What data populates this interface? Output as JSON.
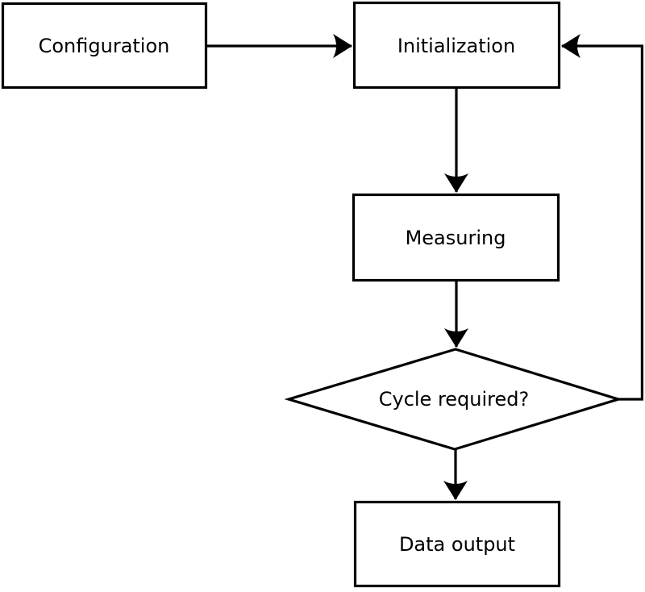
{
  "diagram": {
    "background_color": "#ffffff",
    "stroke_color": "#000000",
    "fill_color": "#ffffff",
    "nodes": [
      {
        "id": "configuration",
        "shape": "rectangle",
        "label": "Configuration"
      },
      {
        "id": "initialization",
        "shape": "rectangle",
        "label": "Initialization"
      },
      {
        "id": "measuring",
        "shape": "rectangle",
        "label": "Measuring"
      },
      {
        "id": "cycle_required",
        "shape": "diamond",
        "label": "Cycle required?"
      },
      {
        "id": "data_output",
        "shape": "rectangle",
        "label": "Data output"
      }
    ],
    "edges": [
      {
        "from": "configuration",
        "to": "initialization",
        "style": "solid-arrow",
        "route": "horizontal"
      },
      {
        "from": "initialization",
        "to": "measuring",
        "style": "solid-arrow",
        "route": "vertical"
      },
      {
        "from": "measuring",
        "to": "cycle_required",
        "style": "solid-arrow",
        "route": "vertical"
      },
      {
        "from": "cycle_required",
        "to": "data_output",
        "style": "solid-arrow",
        "route": "vertical"
      },
      {
        "from": "cycle_required",
        "to": "initialization",
        "style": "solid-arrow",
        "route": "right-side-loop"
      }
    ]
  }
}
